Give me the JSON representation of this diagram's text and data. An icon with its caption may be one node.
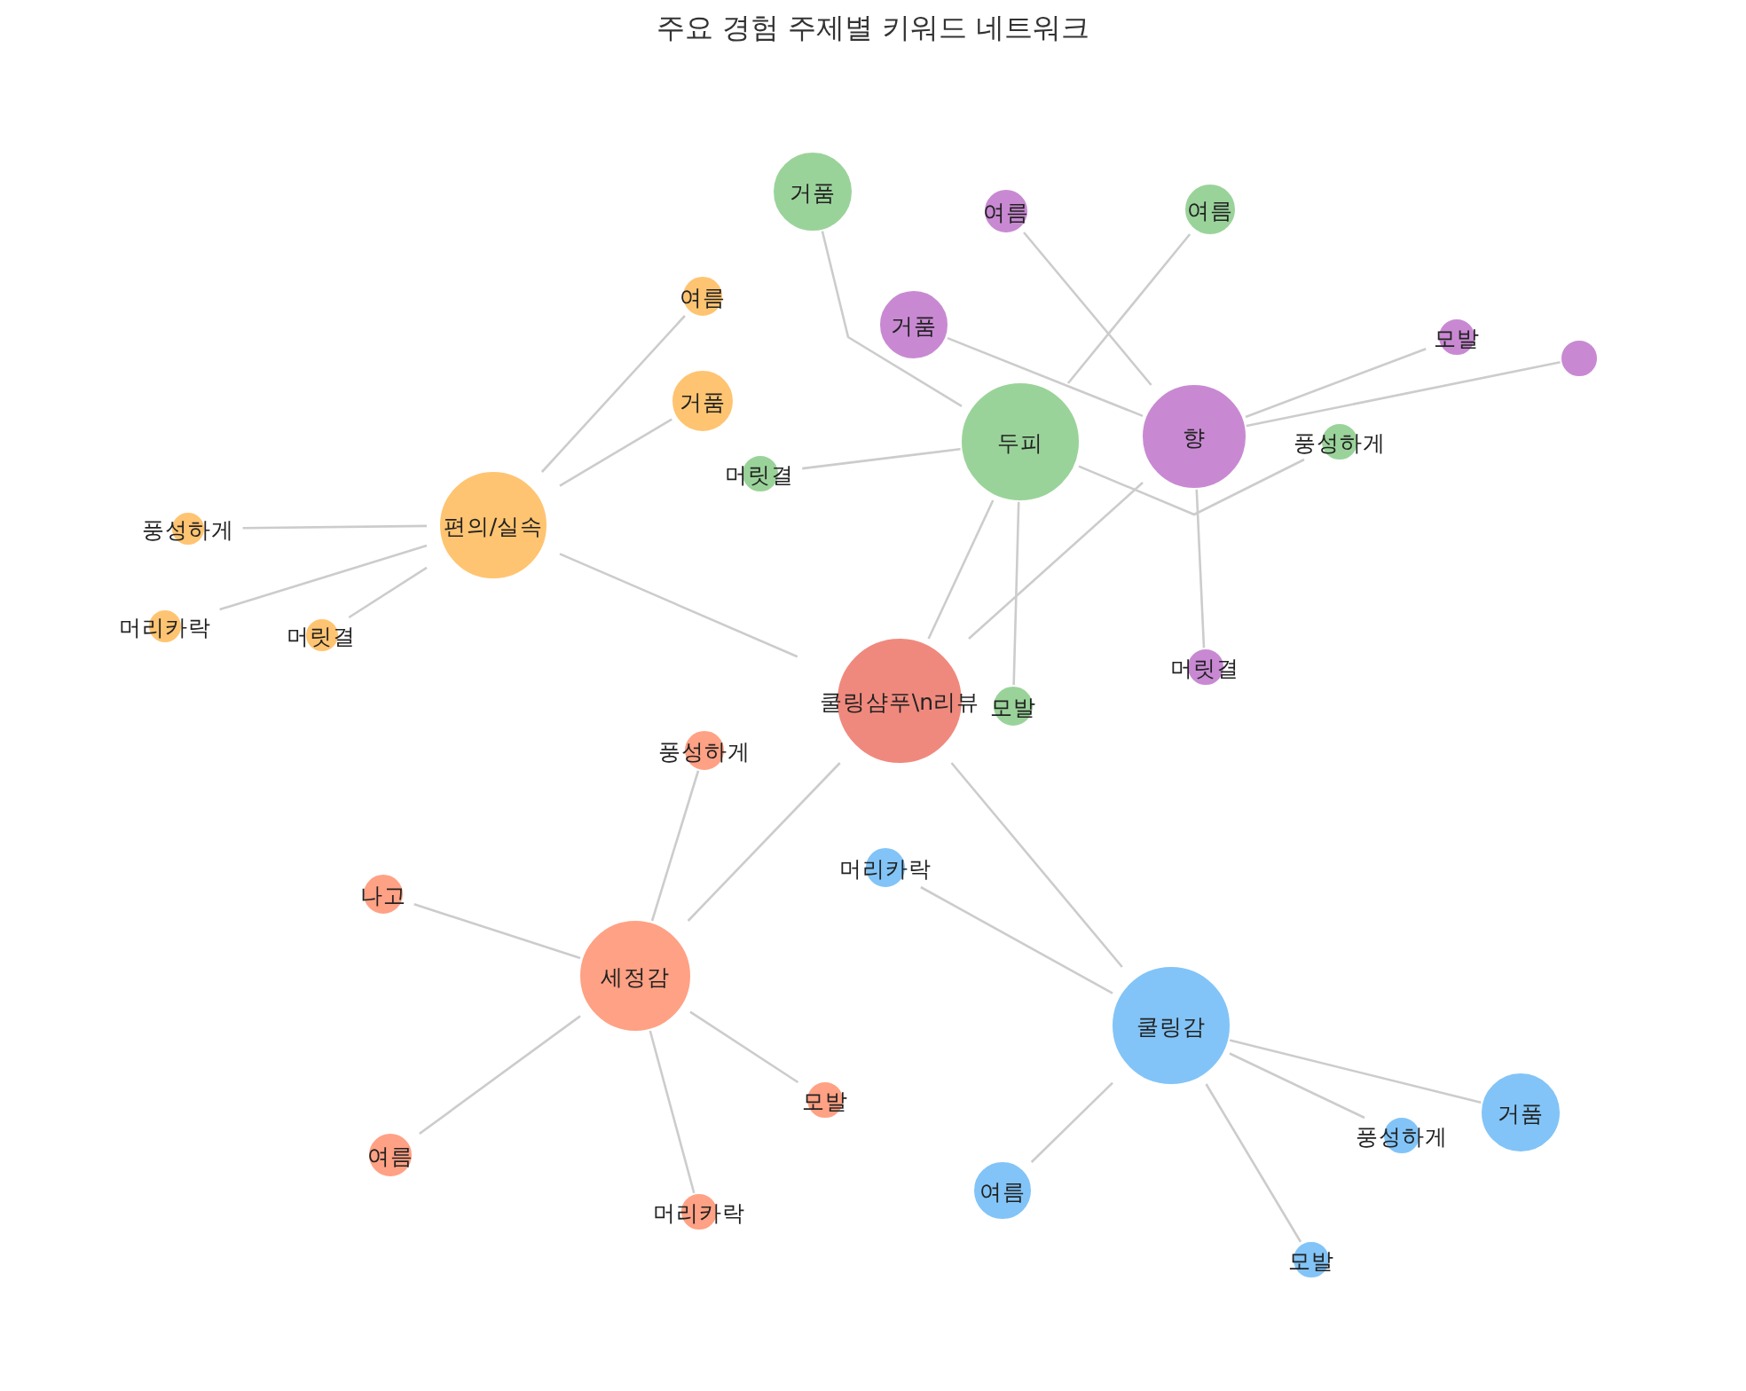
{
  "diagram": {
    "title": "주요 경험 주제별 키워드 네트워크",
    "nodes": [
      {
        "text": [
          "쿨링샴푸\\n리뷰"
        ]
      },
      {
        "text": [
          "편의/실속"
        ]
      },
      {
        "text": [
          "두피"
        ]
      },
      {
        "text": [
          "향"
        ]
      },
      {
        "text": [
          "세정감"
        ]
      },
      {
        "text": [
          "쿨링감"
        ]
      },
      {
        "text": [
          "여름"
        ]
      },
      {
        "text": [
          "거품"
        ]
      },
      {
        "text": [
          "풍성하게"
        ]
      },
      {
        "text": [
          "머리카락"
        ]
      },
      {
        "text": [
          "머릿결"
        ]
      },
      {
        "text": [
          "거품"
        ]
      },
      {
        "text": [
          "여름"
        ]
      },
      {
        "text": [
          "머릿결"
        ]
      },
      {
        "text": [
          "풍성하게"
        ]
      },
      {
        "text": [
          "모발"
        ]
      },
      {
        "text": [
          "여름"
        ]
      },
      {
        "text": [
          "거품"
        ]
      },
      {
        "text": [
          "모발"
        ]
      },
      {
        "text": [],
        "shape": "circle"
      },
      {
        "text": [
          "머릿결"
        ]
      },
      {
        "text": [
          "풍성하게"
        ]
      },
      {
        "text": [
          "나고"
        ]
      },
      {
        "text": [
          "모발"
        ]
      },
      {
        "text": [
          "여름"
        ]
      },
      {
        "text": [
          "머리카락"
        ]
      },
      {
        "text": [
          "머리카락"
        ]
      },
      {
        "text": [
          "거품"
        ]
      },
      {
        "text": [
          "풍성하게"
        ]
      },
      {
        "text": [
          "여름"
        ]
      },
      {
        "text": [
          "모발"
        ]
      }
    ],
    "edges": [
      {
        "from": 0,
        "to": 1,
        "arrow": "none"
      },
      {
        "from": 0,
        "to": 2,
        "arrow": "none"
      },
      {
        "from": 0,
        "to": 3,
        "arrow": "none"
      },
      {
        "from": 0,
        "to": 4,
        "arrow": "none"
      },
      {
        "from": 0,
        "to": 5,
        "arrow": "none"
      },
      {
        "from": 1,
        "to": 6,
        "arrow": "none"
      },
      {
        "from": 1,
        "to": 7,
        "arrow": "none"
      },
      {
        "from": 1,
        "to": 8,
        "arrow": "none"
      },
      {
        "from": 1,
        "to": 9,
        "arrow": "none"
      },
      {
        "from": 1,
        "to": 10,
        "arrow": "none"
      },
      {
        "from": 2,
        "to": 11,
        "arrow": "none"
      },
      {
        "from": 2,
        "to": 12,
        "arrow": "none"
      },
      {
        "from": 2,
        "to": 13,
        "arrow": "none"
      },
      {
        "from": 2,
        "to": 14,
        "arrow": "none"
      },
      {
        "from": 2,
        "to": 15,
        "arrow": "none"
      },
      {
        "from": 3,
        "to": 16,
        "arrow": "none"
      },
      {
        "from": 3,
        "to": 17,
        "arrow": "none"
      },
      {
        "from": 3,
        "to": 18,
        "arrow": "none"
      },
      {
        "from": 3,
        "to": 19,
        "arrow": "none"
      },
      {
        "from": 3,
        "to": 20,
        "arrow": "none"
      },
      {
        "from": 4,
        "to": 21,
        "arrow": "none"
      },
      {
        "from": 4,
        "to": 22,
        "arrow": "none"
      },
      {
        "from": 4,
        "to": 23,
        "arrow": "none"
      },
      {
        "from": 4,
        "to": 24,
        "arrow": "none"
      },
      {
        "from": 4,
        "to": 25,
        "arrow": "none"
      },
      {
        "from": 5,
        "to": 26,
        "arrow": "none"
      },
      {
        "from": 5,
        "to": 27,
        "arrow": "none"
      },
      {
        "from": 5,
        "to": 28,
        "arrow": "none"
      },
      {
        "from": 5,
        "to": 29,
        "arrow": "none"
      },
      {
        "from": 5,
        "to": 30,
        "arrow": "none"
      }
    ]
  }
}
